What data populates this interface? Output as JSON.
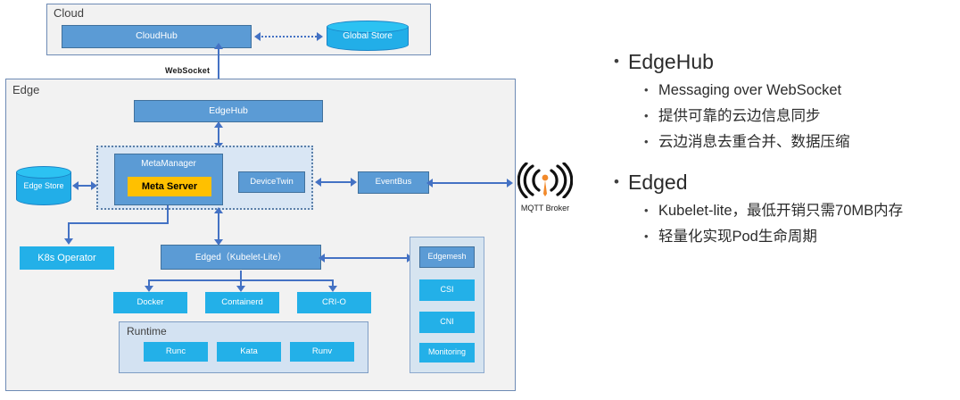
{
  "diagram": {
    "cloud": {
      "title": "Cloud",
      "cloudhub": "CloudHub",
      "global_store": "Global Store"
    },
    "link_websocket": "WebSocket",
    "edge": {
      "title": "Edge",
      "edgehub": "EdgeHub",
      "metamanager": "MetaManager",
      "meta_server": "Meta Server",
      "devicetwin": "DeviceTwin",
      "eventbus": "EventBus",
      "edge_store": "Edge Store",
      "k8s_operator": "K8s Operator",
      "edged": "Edged（Kubelet-Lite）",
      "engines": [
        "Docker",
        "Containerd",
        "CRI-O"
      ],
      "runtime": {
        "title": "Runtime",
        "items": [
          "Runc",
          "Kata",
          "Runv"
        ]
      },
      "side_stack": [
        "Edgemesh",
        "CSI",
        "CNI",
        "Monitoring"
      ]
    },
    "mqtt_broker": "MQTT Broker"
  },
  "notes": [
    {
      "heading": "EdgeHub",
      "items": [
        "Messaging over WebSocket",
        "提供可靠的云边信息同步",
        "云边消息去重合并、数据压缩"
      ]
    },
    {
      "heading": "Edged",
      "items": [
        "Kubelet-lite，最低开销只需70MB内存",
        "轻量化实现Pod生命周期"
      ]
    }
  ],
  "colors": {
    "blue": "#5B9BD5",
    "cyan": "#23B0E8",
    "amber": "#FFC000",
    "connector": "#4472C4",
    "panel_light": "#F2F2F2",
    "panel_mid": "#D6E4F0",
    "mqtt_accent": "#F2892A"
  }
}
